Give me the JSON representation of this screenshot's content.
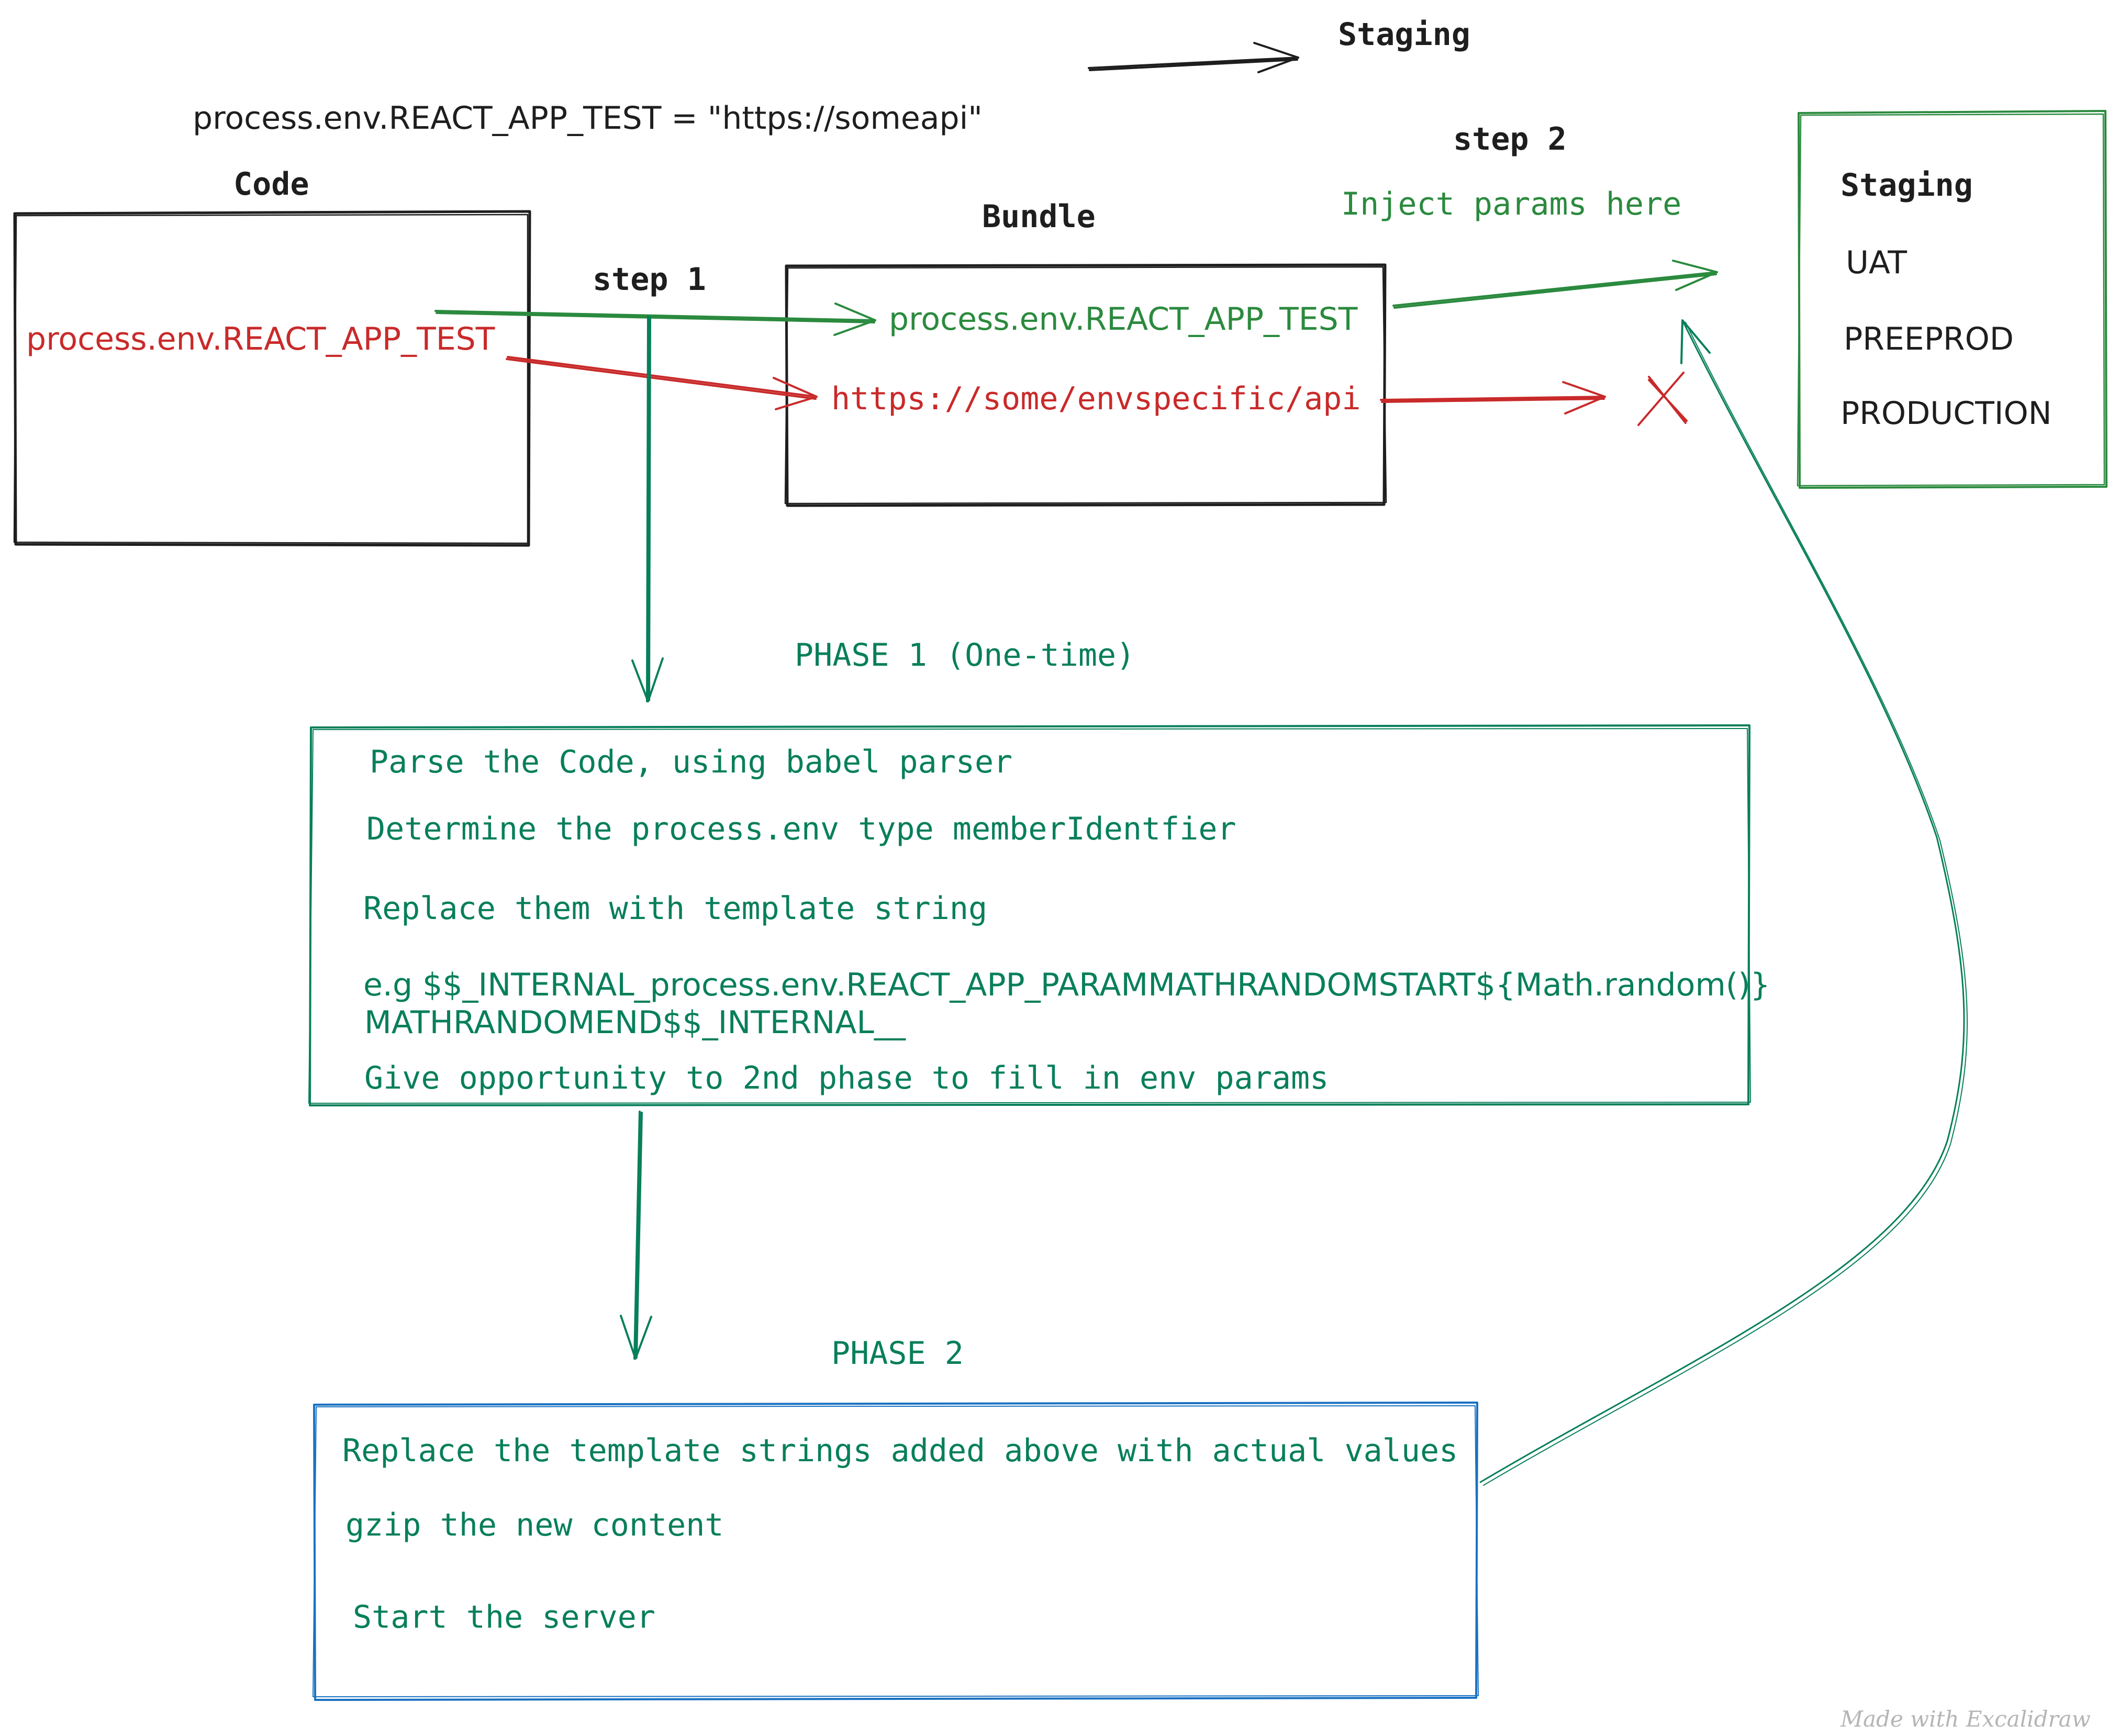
{
  "top": {
    "staging_label": "Staging",
    "env_assignment": "process.env.REACT_APP_TEST = \"https://someapi\""
  },
  "code_box": {
    "title": "Code",
    "content": "process.env.REACT_APP_TEST"
  },
  "step1": "step 1",
  "bundle_box": {
    "title": "Bundle",
    "env_line": "process.env.REACT_APP_TEST",
    "api_line": "https://some/envspecific/api"
  },
  "step2": {
    "label": "step 2",
    "note": "Inject params here"
  },
  "env_box": {
    "items": [
      "Staging",
      "UAT",
      "PREEPROD",
      "PRODUCTION"
    ]
  },
  "phase1": {
    "title": "PHASE 1 (One-time)",
    "lines": [
      "Parse the Code, using babel parser",
      "Determine the process.env type memberIdentfier",
      "Replace them with template string",
      "e.g $$_INTERNAL_process.env.REACT_APP_PARAMMATHRANDOMSTART${Math.random()}",
      "MATHRANDOMEND$$_INTERNAL__",
      "Give opportunity to 2nd phase to fill in env params"
    ]
  },
  "phase2": {
    "title": "PHASE 2",
    "lines": [
      "Replace the template strings added above with actual values",
      "gzip the new content",
      "Start the server"
    ]
  },
  "watermark": "Made with Excalidraw",
  "colors": {
    "black": "#1e1e1e",
    "red": "#c92a2a",
    "green": "#2b8a3e",
    "teal": "#087f5b",
    "blue": "#1971c2"
  }
}
